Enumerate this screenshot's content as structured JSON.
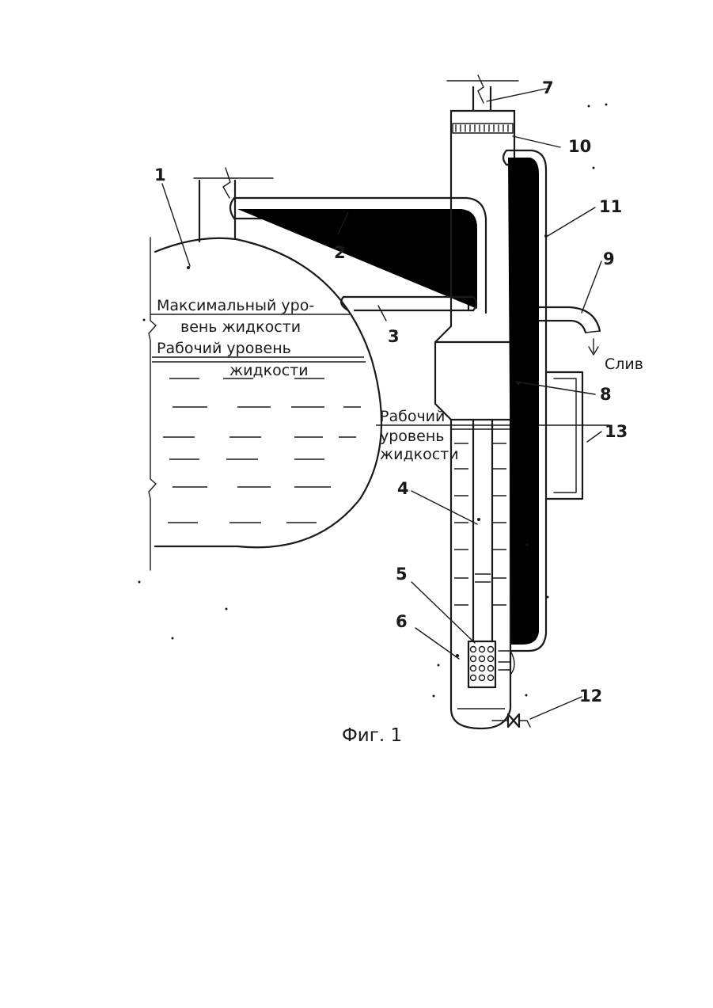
{
  "labels": {
    "max_level_line1": "Максимальный уро-",
    "max_level_line2": "вень жидкости",
    "work_level_left_line1": "Рабочий уровень",
    "work_level_left_line2": "жидкости",
    "work_level_right_line1": "Рабочий",
    "work_level_right_line2": "уровень",
    "work_level_right_line3": "жидкости",
    "drain": "Слив",
    "caption": "Фиг. 1"
  },
  "numbers": {
    "n1": "1",
    "n2": "2",
    "n3": "3",
    "n4": "4",
    "n5": "5",
    "n6": "6",
    "n7": "7",
    "n8": "8",
    "n9": "9",
    "n10": "10",
    "n11": "11",
    "n12": "12",
    "n13": "13"
  }
}
